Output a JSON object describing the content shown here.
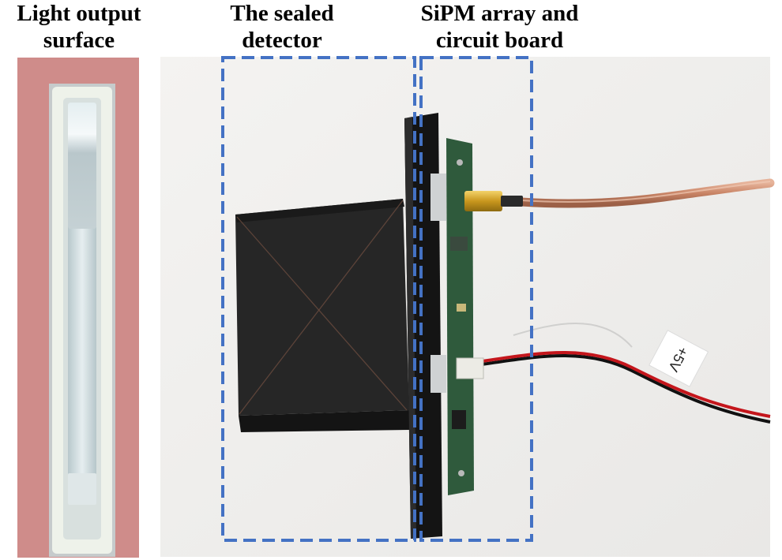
{
  "labels": {
    "light_output": {
      "line1": "Light output",
      "line2": "surface"
    },
    "sealed_detector": {
      "line1": "The sealed",
      "line2": "detector"
    },
    "sipm": {
      "line1": "SiPM array and",
      "line2": "circuit board"
    }
  },
  "cable_tag_text": "+5V",
  "colors": {
    "dashed_box": "#4472c4",
    "left_background": "#cf8c8a",
    "photo_background": "#f3f2f0",
    "detector_body": "#232323"
  }
}
